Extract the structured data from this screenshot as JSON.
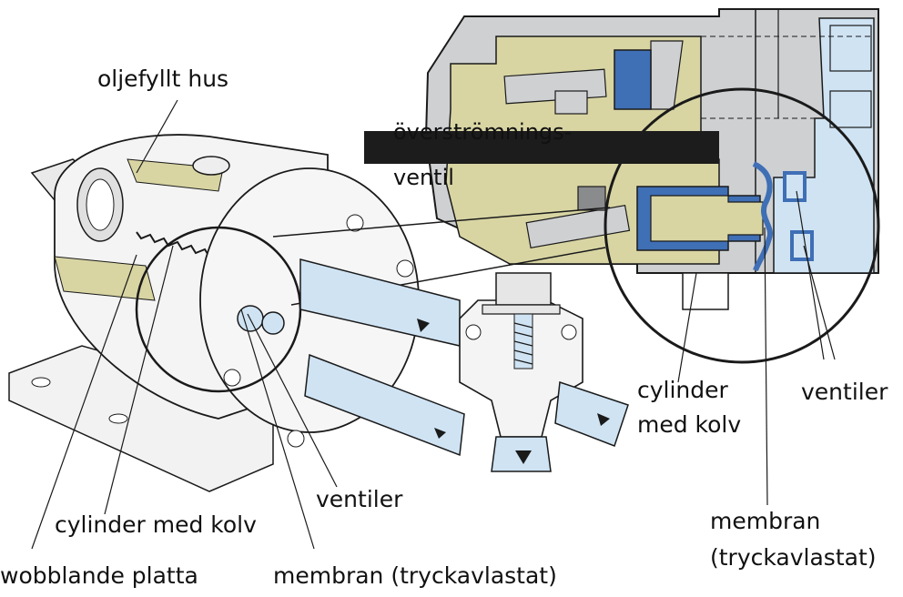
{
  "labels": {
    "oil_housing": "oljefyllt hus",
    "overflow_valve": "överströmnings-\nventil",
    "cylinder_piston_right": "cylinder\nmed kolv",
    "valves_right": "ventiler",
    "valves_center": "ventiler",
    "cylinder_piston_left": "cylinder med kolv",
    "membrane_right": "membran\n(tryckavlastat)",
    "wobble_plate": "wobblande platta",
    "membrane_left": "membran (tryckavlastat)"
  },
  "colors": {
    "oil_yellow": "#d8d5a3",
    "housing_grey": "#cfd0d2",
    "water_blue": "#cfe3f3",
    "part_blue": "#3f6fb5",
    "line_black": "#1a1a1a",
    "redaction_bar": "#1c1c1c"
  }
}
